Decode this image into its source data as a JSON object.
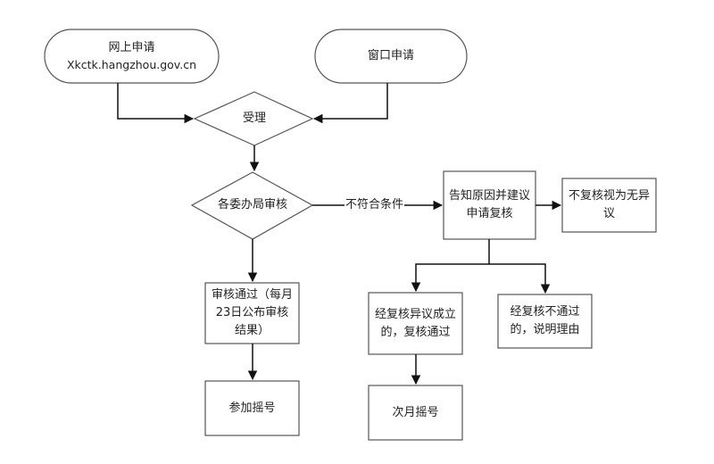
{
  "diagram": {
    "type": "flowchart",
    "colors": {
      "stroke": "#555555",
      "arrow": "#111111",
      "text": "#222222",
      "background": "#ffffff"
    },
    "nodes": {
      "online_apply": {
        "shape": "terminator",
        "line1": "网上申请",
        "line2": "Xkctk.hangzhou.gov.cn"
      },
      "window_apply": {
        "shape": "terminator",
        "label": "窗口申请"
      },
      "accept": {
        "shape": "decision",
        "label": "受理"
      },
      "review": {
        "shape": "decision",
        "label": "各委办局审核"
      },
      "notify_reason": {
        "shape": "process",
        "label": "告知原因并建议申请复核"
      },
      "no_recheck": {
        "shape": "process",
        "label": "不复核视为无异议"
      },
      "approved": {
        "shape": "process",
        "label": "审核通过（每月23日公布审核结果）"
      },
      "join_lottery": {
        "shape": "process",
        "label": "参加摇号"
      },
      "recheck_pass": {
        "shape": "process",
        "label": "经复核异议成立的，复核通过"
      },
      "recheck_fail": {
        "shape": "process",
        "label": "经复核不通过的，说明理由"
      },
      "next_month_lottery": {
        "shape": "process",
        "label": "次月摇号"
      }
    },
    "edges": [
      {
        "from": "online_apply",
        "to": "accept",
        "label": ""
      },
      {
        "from": "window_apply",
        "to": "accept",
        "label": ""
      },
      {
        "from": "accept",
        "to": "review",
        "label": ""
      },
      {
        "from": "review",
        "to": "notify_reason",
        "label": "不符合条件"
      },
      {
        "from": "review",
        "to": "approved",
        "label": ""
      },
      {
        "from": "notify_reason",
        "to": "no_recheck",
        "label": ""
      },
      {
        "from": "notify_reason",
        "to": "recheck_pass",
        "label": ""
      },
      {
        "from": "notify_reason",
        "to": "recheck_fail",
        "label": ""
      },
      {
        "from": "approved",
        "to": "join_lottery",
        "label": ""
      },
      {
        "from": "recheck_pass",
        "to": "next_month_lottery",
        "label": ""
      }
    ]
  }
}
